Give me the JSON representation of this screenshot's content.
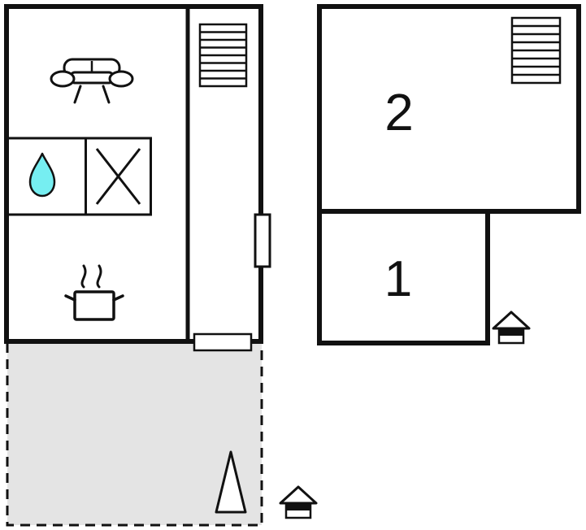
{
  "floorplan": {
    "rooms": [
      {
        "label": "2"
      },
      {
        "label": "1"
      }
    ],
    "colors": {
      "wall": "#111111",
      "background": "#ffffff",
      "terrace_fill": "#e4e4e4",
      "water_drop": "#76eef1"
    },
    "icons": [
      "sofa-icon",
      "staircase-icon",
      "sink-water-drop-icon",
      "hob-cross-icon",
      "cooking-pot-icon",
      "steam-icon",
      "window-marker",
      "door-opening-marker",
      "conifer-tree-icon",
      "entrance-house-icon"
    ]
  }
}
